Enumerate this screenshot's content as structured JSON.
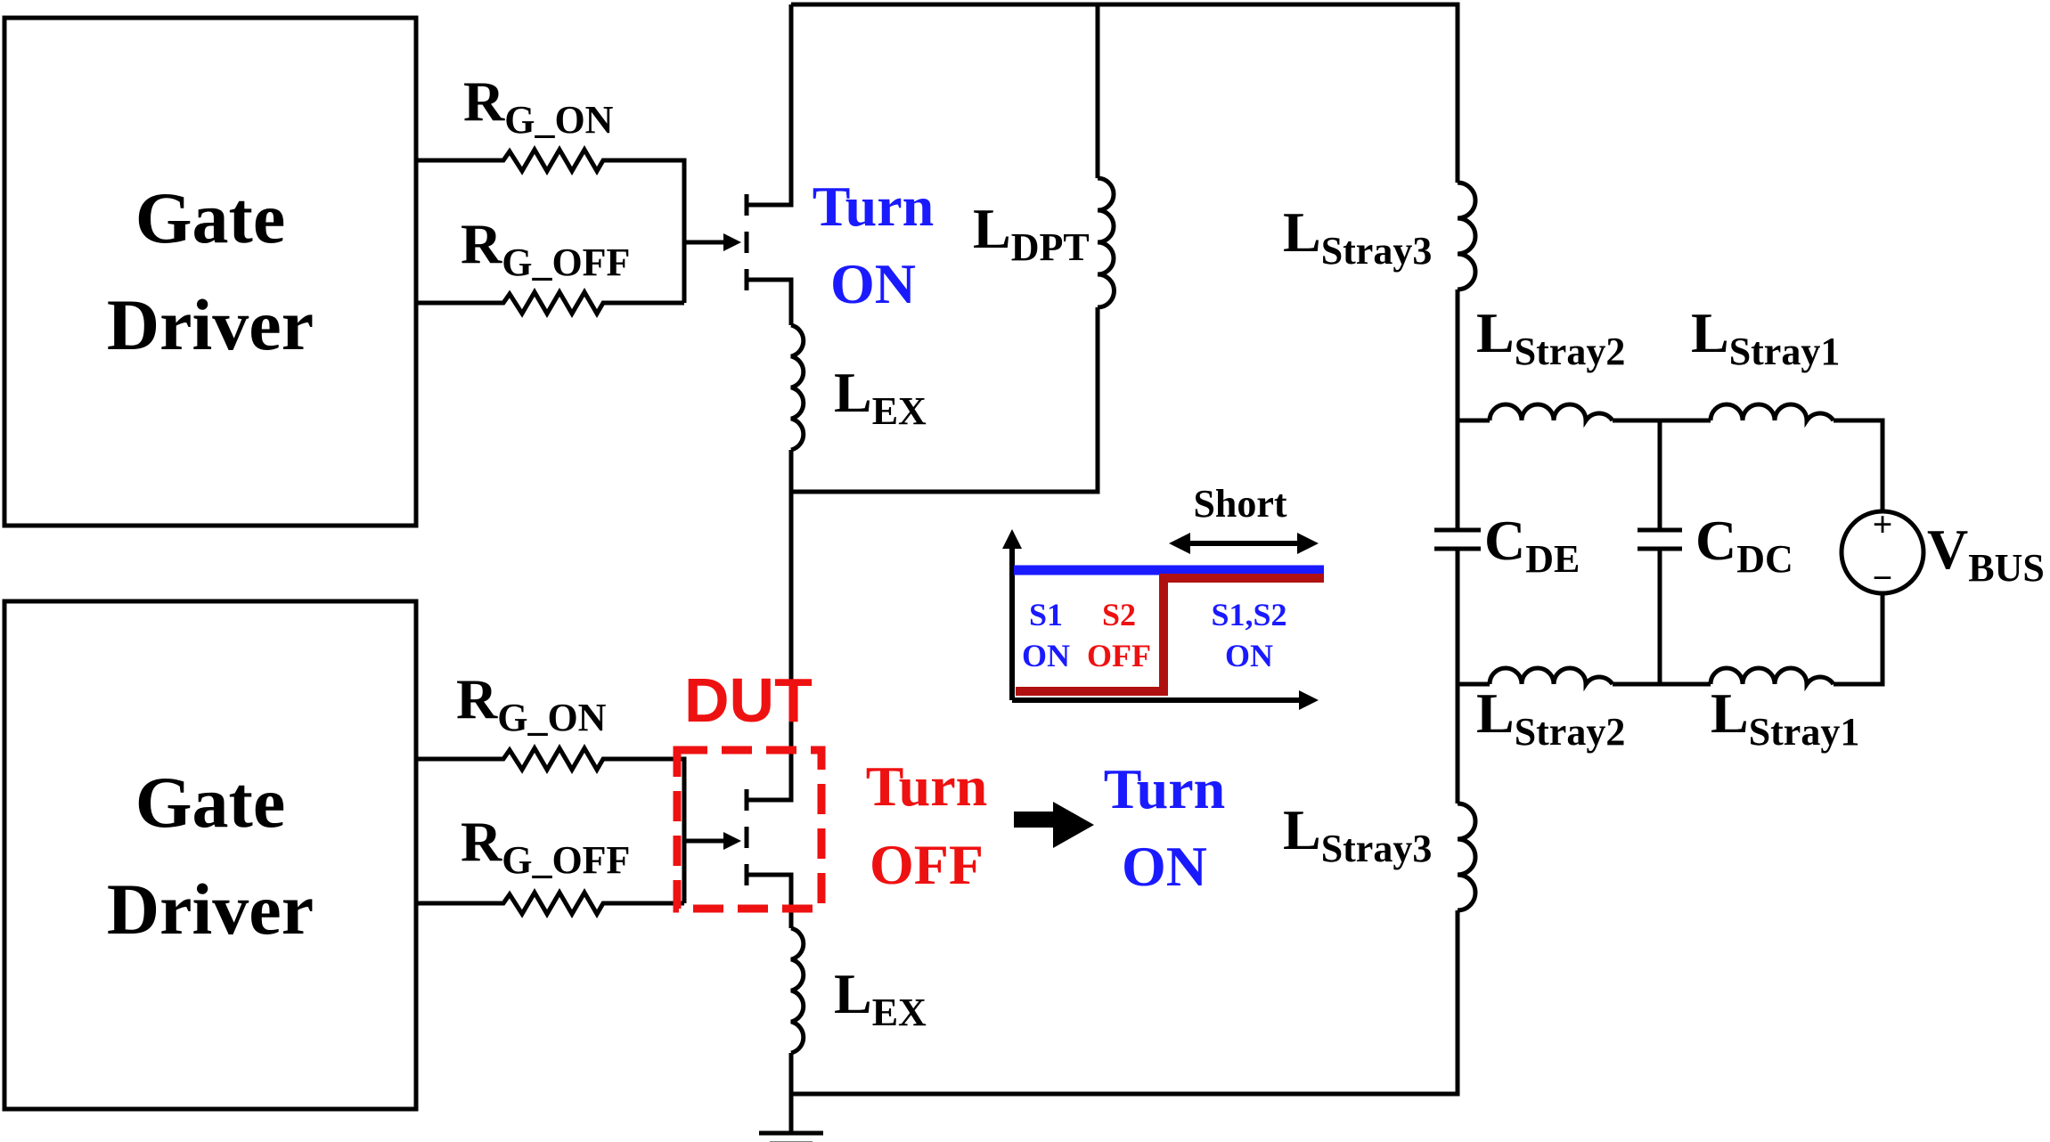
{
  "gate_driver_top": {
    "line1": "Gate",
    "line2": "Driver"
  },
  "gate_driver_bottom": {
    "line1": "Gate",
    "line2": "Driver"
  },
  "resistors": {
    "top_on": {
      "main": "R",
      "sub": "G_ON"
    },
    "top_off": {
      "main": "R",
      "sub": "G_OFF"
    },
    "bottom_on": {
      "main": "R",
      "sub": "G_ON"
    },
    "bottom_off": {
      "main": "R",
      "sub": "G_OFF"
    }
  },
  "inductors": {
    "dpt": {
      "main": "L",
      "sub": "DPT"
    },
    "ex_top": {
      "main": "L",
      "sub": "EX"
    },
    "ex_bottom": {
      "main": "L",
      "sub": "EX"
    },
    "stray3_top": {
      "main": "L",
      "sub": "Stray3"
    },
    "stray3_bottom": {
      "main": "L",
      "sub": "Stray3"
    },
    "stray2_top": {
      "main": "L",
      "sub": "Stray2"
    },
    "stray1_top": {
      "main": "L",
      "sub": "Stray1"
    },
    "stray2_bottom": {
      "main": "L",
      "sub": "Stray2"
    },
    "stray1_bottom": {
      "main": "L",
      "sub": "Stray1"
    }
  },
  "capacitors": {
    "de": {
      "main": "C",
      "sub": "DE"
    },
    "dc": {
      "main": "C",
      "sub": "DC"
    }
  },
  "source": {
    "main": "V",
    "sub": "BUS",
    "plus": "+",
    "minus": "−"
  },
  "top_switch_state": {
    "line1": "Turn",
    "line2": "ON"
  },
  "dut": {
    "label": "DUT",
    "from_line1": "Turn",
    "from_line2": "OFF",
    "to_line1": "Turn",
    "to_line2": "ON"
  },
  "timing": {
    "short_label": "Short",
    "phase1": {
      "a": "S1",
      "b": "ON"
    },
    "phase2": {
      "a": "S2",
      "b": "OFF"
    },
    "phase3": {
      "a": "S1,S2",
      "b": "ON"
    }
  },
  "colors": {
    "blue": "#1a1aff",
    "red": "#ee1111",
    "dark_red": "#b01010",
    "black": "#000000"
  }
}
